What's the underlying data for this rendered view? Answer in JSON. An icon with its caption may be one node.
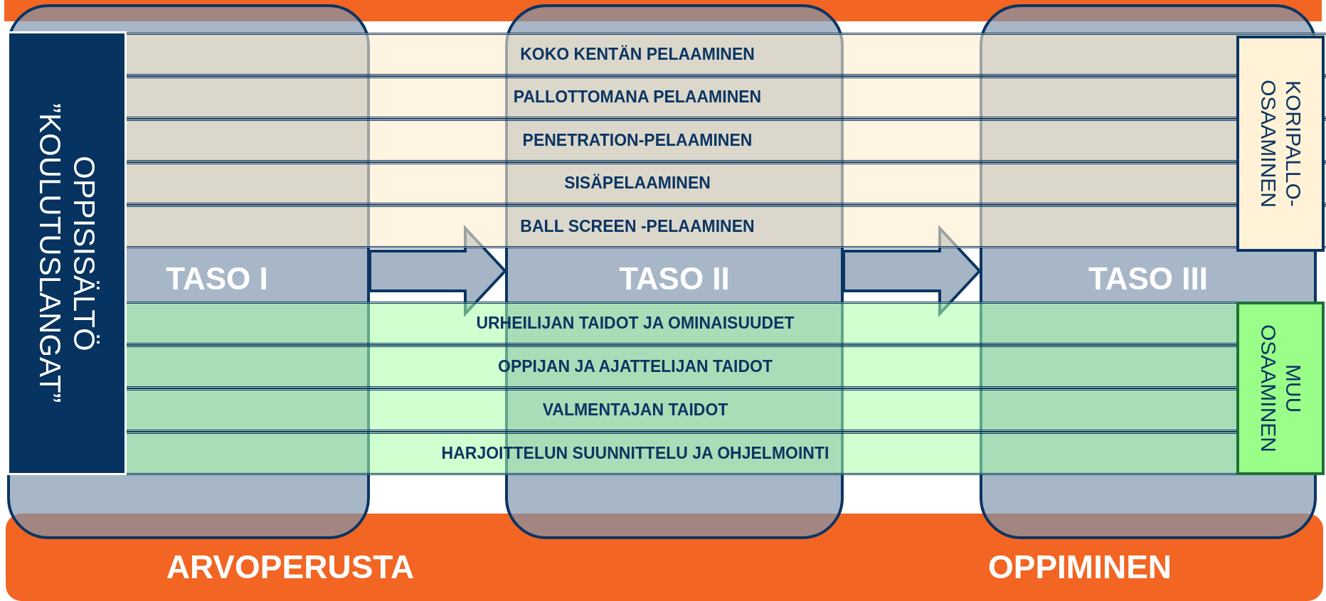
{
  "diagram": {
    "nodes": [
      {
        "text": [],
        "shape": "bar"
      },
      {
        "text": [
          "OPPISISÄLTÖ ”KOULUTUSLANGAT”"
        ],
        "in": 2
      },
      {
        "text": [
          "TASO I"
        ]
      },
      {
        "text": [
          "TASO II"
        ]
      },
      {
        "text": [
          "TASO III"
        ]
      },
      {
        "text": [
          "KOKO KENTÄN PELAAMINEN"
        ]
      },
      {
        "text": [
          "PALLOTTOMANA PELAAMINEN"
        ]
      },
      {
        "text": [
          "PENETRATION-PELAAMINEN"
        ]
      },
      {
        "text": [
          "SISÄPELAAMINEN"
        ]
      },
      {
        "text": [
          "BALL SCREEN -PELAAMINEN"
        ]
      },
      {
        "text": [
          "KORIPALLO-OSAAMINEN"
        ]
      },
      {
        "text": [
          "URHEILIJAN TAIDOT JA OMINAISUUDET"
        ]
      },
      {
        "text": [
          "OPPIJAN JA AJATTELIJAN TAIDOT"
        ]
      },
      {
        "text": [
          "VALMENTAJAN TAIDOT"
        ]
      },
      {
        "text": [
          "HARJOITTELUN SUUNNITTELU JA OHJELMOINTI"
        ]
      },
      {
        "text": [
          "MUU OSAAMINEN"
        ]
      },
      {
        "text": [
          "ARVOPERUSTA",
          "OPPIMINEN"
        ]
      }
    ],
    "edges": [
      {
        "from": 2,
        "to": 3,
        "arrow": "to"
      },
      {
        "from": 3,
        "to": 4,
        "arrow": "to"
      }
    ]
  }
}
